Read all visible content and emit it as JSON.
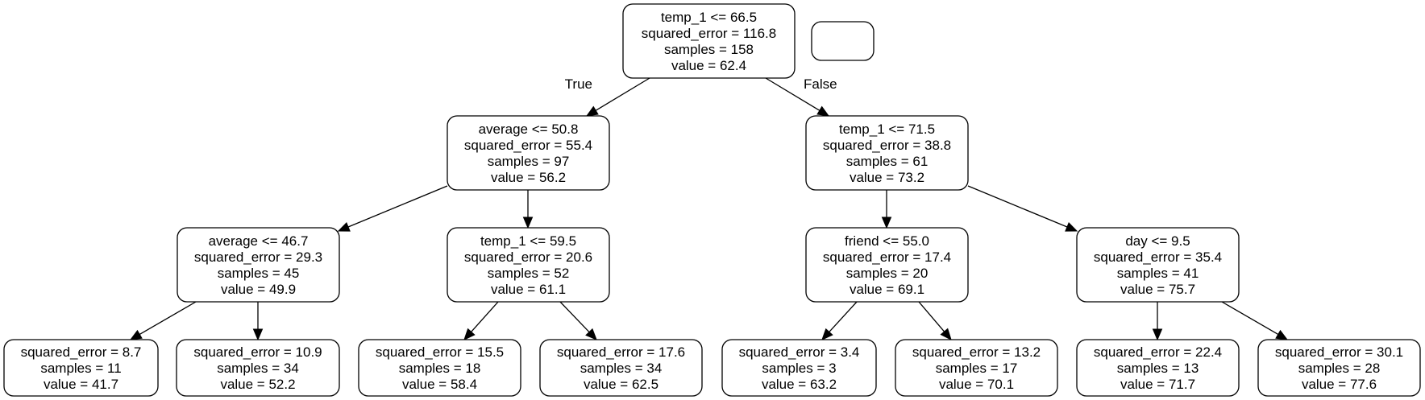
{
  "tree": {
    "nodes": [
      {
        "id": "n0",
        "lines": [
          "temp_1 <= 66.5",
          "squared_error = 116.8",
          "samples = 158",
          "value = 62.4"
        ]
      },
      {
        "id": "legend",
        "lines": []
      },
      {
        "id": "n1",
        "lines": [
          "average <= 50.8",
          "squared_error = 55.4",
          "samples = 97",
          "value = 56.2"
        ]
      },
      {
        "id": "n2",
        "lines": [
          "temp_1 <= 71.5",
          "squared_error = 38.8",
          "samples = 61",
          "value = 73.2"
        ]
      },
      {
        "id": "n3",
        "lines": [
          "average <= 46.7",
          "squared_error = 29.3",
          "samples = 45",
          "value = 49.9"
        ]
      },
      {
        "id": "n4",
        "lines": [
          "temp_1 <= 59.5",
          "squared_error = 20.6",
          "samples = 52",
          "value = 61.1"
        ]
      },
      {
        "id": "n5",
        "lines": [
          "friend <= 55.0",
          "squared_error = 17.4",
          "samples = 20",
          "value = 69.1"
        ]
      },
      {
        "id": "n6",
        "lines": [
          "day <= 9.5",
          "squared_error = 35.4",
          "samples = 41",
          "value = 75.7"
        ]
      },
      {
        "id": "l1",
        "lines": [
          "squared_error = 8.7",
          "samples = 11",
          "value = 41.7"
        ]
      },
      {
        "id": "l2",
        "lines": [
          "squared_error = 10.9",
          "samples = 34",
          "value = 52.2"
        ]
      },
      {
        "id": "l3",
        "lines": [
          "squared_error = 15.5",
          "samples = 18",
          "value = 58.4"
        ]
      },
      {
        "id": "l4",
        "lines": [
          "squared_error = 17.6",
          "samples = 34",
          "value = 62.5"
        ]
      },
      {
        "id": "l5",
        "lines": [
          "squared_error = 3.4",
          "samples = 3",
          "value = 63.2"
        ]
      },
      {
        "id": "l6",
        "lines": [
          "squared_error = 13.2",
          "samples = 17",
          "value = 70.1"
        ]
      },
      {
        "id": "l7",
        "lines": [
          "squared_error = 22.4",
          "samples = 13",
          "value = 71.7"
        ]
      },
      {
        "id": "l8",
        "lines": [
          "squared_error = 30.1",
          "samples = 28",
          "value = 77.6"
        ]
      }
    ],
    "edges": [
      {
        "from": "n0",
        "to": "n1",
        "label": "True"
      },
      {
        "from": "n0",
        "to": "n2",
        "label": "False"
      },
      {
        "from": "n1",
        "to": "n3",
        "label": ""
      },
      {
        "from": "n1",
        "to": "n4",
        "label": ""
      },
      {
        "from": "n2",
        "to": "n5",
        "label": ""
      },
      {
        "from": "n2",
        "to": "n6",
        "label": ""
      },
      {
        "from": "n3",
        "to": "l1",
        "label": ""
      },
      {
        "from": "n3",
        "to": "l2",
        "label": ""
      },
      {
        "from": "n4",
        "to": "l3",
        "label": ""
      },
      {
        "from": "n4",
        "to": "l4",
        "label": ""
      },
      {
        "from": "n5",
        "to": "l5",
        "label": ""
      },
      {
        "from": "n5",
        "to": "l6",
        "label": ""
      },
      {
        "from": "n6",
        "to": "l7",
        "label": ""
      },
      {
        "from": "n6",
        "to": "l8",
        "label": ""
      }
    ]
  }
}
